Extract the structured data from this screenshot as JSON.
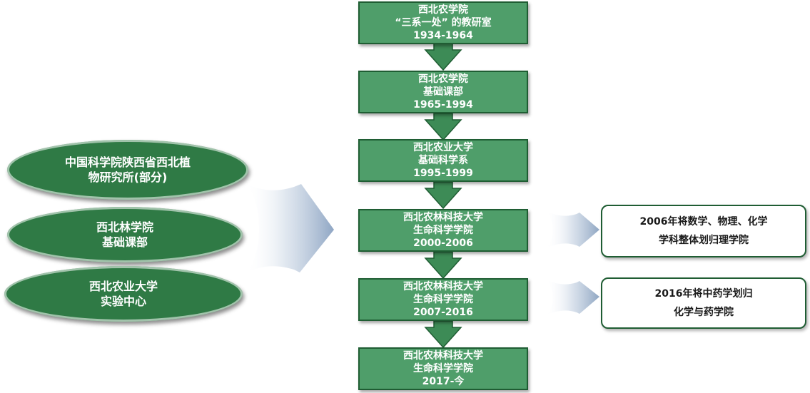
{
  "timeline": [
    {
      "name": "西北农学院",
      "unit": "“三系一处” 的教研室",
      "years": "1934-1964"
    },
    {
      "name": "西北农学院",
      "unit": "基础课部",
      "years": "1965-1994"
    },
    {
      "name": "西北农业大学",
      "unit": "基础科学系",
      "years": "1995-1999"
    },
    {
      "name": "西北农林科技大学",
      "unit": "生命科学学院",
      "years": "2000-2006"
    },
    {
      "name": "西北农林科技大学",
      "unit": "生命科学学院",
      "years": "2007-2016"
    },
    {
      "name": "西北农林科技大学",
      "unit": "生命科学学院",
      "years": "2017-今"
    }
  ],
  "sources": [
    {
      "line1": "中国科学院陕西省西北植",
      "line2": "物研究所(部分)"
    },
    {
      "line1": "西北林学院",
      "line2": "基础课部"
    },
    {
      "line1": "西北农业大学",
      "line2": "实验中心"
    }
  ],
  "notes": [
    {
      "line1": "2006年将数学、物理、化学",
      "line2": "学科整体划归理学院"
    },
    {
      "line1": "2016年将中药学划归",
      "line2": "化学与药学院"
    }
  ],
  "colors": {
    "box_fill": "#4f9e6a",
    "box_border": "#1f5d33",
    "ellipse_fill": "#2f7a45",
    "arrow_fill": "#3d8b56",
    "fade_arrow": "#9fb4cf"
  }
}
